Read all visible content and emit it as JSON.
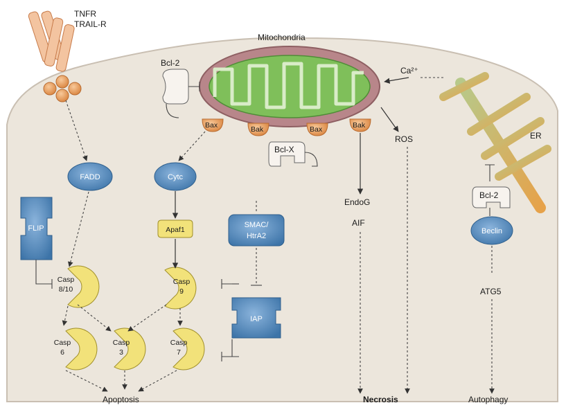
{
  "labels": {
    "receptor": "TNFR\nTRAIL-R",
    "receptor_line1": "TNFR",
    "receptor_line2": "TRAIL-R",
    "mitochondria": "Mitochondria",
    "bcl2_top": "Bcl-2",
    "calcium": "Ca²⁺",
    "er": "ER",
    "ros": "ROS",
    "bclx": "Bcl-X",
    "bax1": "Bax",
    "bak1": "Bak",
    "bax2": "Bax",
    "bak2": "Bak",
    "fadd": "FADD",
    "cytc": "Cytc",
    "flip": "FLIP",
    "apaf1": "Apaf1",
    "smac_line1": "SMAC/",
    "smac_line2": "HtrA2",
    "endog": "EndoG",
    "aif": "AIF",
    "bcl2_er": "Bcl-2",
    "beclin": "Beclin",
    "atg5": "ATG5",
    "casp810_line1": "Casp",
    "casp810_line2": "8/10",
    "casp9_line1": "Casp",
    "casp9_line2": "9",
    "iap": "IAP",
    "casp6_line1": "Casp",
    "casp6_line2": "6",
    "casp3_line1": "Casp",
    "casp3_line2": "3",
    "casp7_line1": "Casp",
    "casp7_line2": "7",
    "apoptosis": "Apoptosis",
    "necrosis": "Necrosis",
    "autophagy": "Autophagy"
  },
  "colors": {
    "cell_fill": "#ece6dc",
    "cell_stroke": "#c9bfb2",
    "blue_node": "#4f86b8",
    "casp_yellow": "#f2e27a",
    "orange": "#e9a15a",
    "mito_outer": "#b8868a",
    "mito_inner": "#7fbf5a",
    "bcl_fill": "#f7f3ee"
  }
}
